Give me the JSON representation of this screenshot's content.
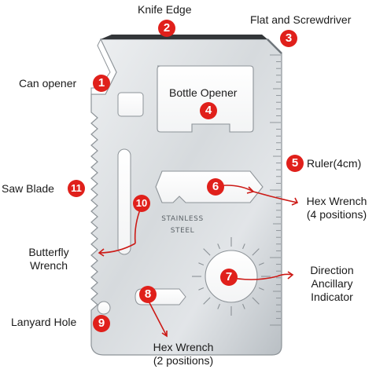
{
  "labels": {
    "knife_edge": "Knife Edge",
    "flat_screwdriver": "Flat and Screwdriver",
    "can_opener": "Can opener",
    "bottle_opener": "Bottle Opener",
    "ruler": "Ruler(4cm)",
    "saw_blade": "Saw Blade",
    "hex_wrench_4_line1": "Hex Wrench",
    "hex_wrench_4_line2": "(4 positions)",
    "butterfly_line1": "Butterfly",
    "butterfly_line2": "Wrench",
    "direction_line1": "Direction",
    "direction_line2": "Ancillary",
    "direction_line3": "Indicator",
    "lanyard_hole": "Lanyard Hole",
    "hex_wrench_2_line1": "Hex Wrench",
    "hex_wrench_2_line2": "(2 positions)"
  },
  "badges": {
    "b1": "1",
    "b2": "2",
    "b3": "3",
    "b4": "4",
    "b5": "5",
    "b6": "6",
    "b7": "7",
    "b8": "8",
    "b9": "9",
    "b10": "10",
    "b11": "11"
  },
  "engraving": {
    "line1": "STAINLESS",
    "line2": "STEEL"
  },
  "colors": {
    "badge": "#e0201b",
    "arrow": "#cc1a16",
    "steel_light": "#e4e7ea",
    "steel_dark": "#9aa1a6"
  }
}
